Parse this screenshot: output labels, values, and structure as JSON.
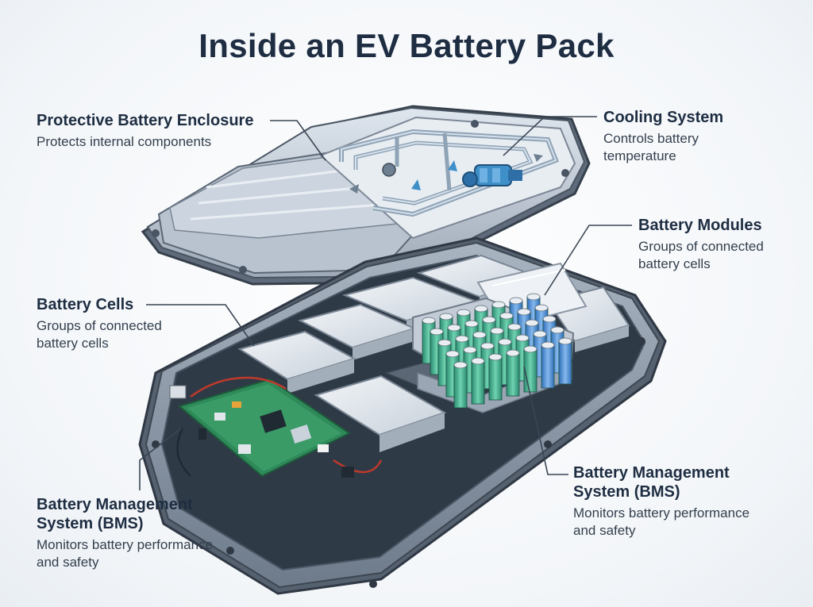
{
  "title": "Inside an EV Battery Pack",
  "callouts": {
    "enclosure": {
      "heading": "Protective Battery Enclosure",
      "desc": "Protects internal components"
    },
    "cooling": {
      "heading": "Cooling System",
      "desc_line1": "Controls battery",
      "desc_line2": "temperature"
    },
    "modules": {
      "heading": "Battery Modules",
      "desc_line1": "Groups of connected",
      "desc_line2": "battery cells"
    },
    "cells": {
      "heading": "Battery Cells",
      "desc_line1": "Groups of connected",
      "desc_line2": "battery cells"
    },
    "bms_left": {
      "heading_line1": "Battery Management",
      "heading_line2": "System (BMS)",
      "desc_line1": "Monitors battery performance",
      "desc_line2": "and safety"
    },
    "bms_right": {
      "heading_line1": "Battery Management",
      "heading_line2": "System (BMS)",
      "desc_line1": "Monitors battery performance",
      "desc_line2": "and safety"
    }
  },
  "colors": {
    "enclosure": "#8e9bab",
    "enclosure_dark": "#4f5b6a",
    "cell_green": "#3fae8e",
    "cell_blue": "#4e8fd6",
    "pcb_green": "#2f8a5a",
    "coolant": "#3f8fc9"
  }
}
